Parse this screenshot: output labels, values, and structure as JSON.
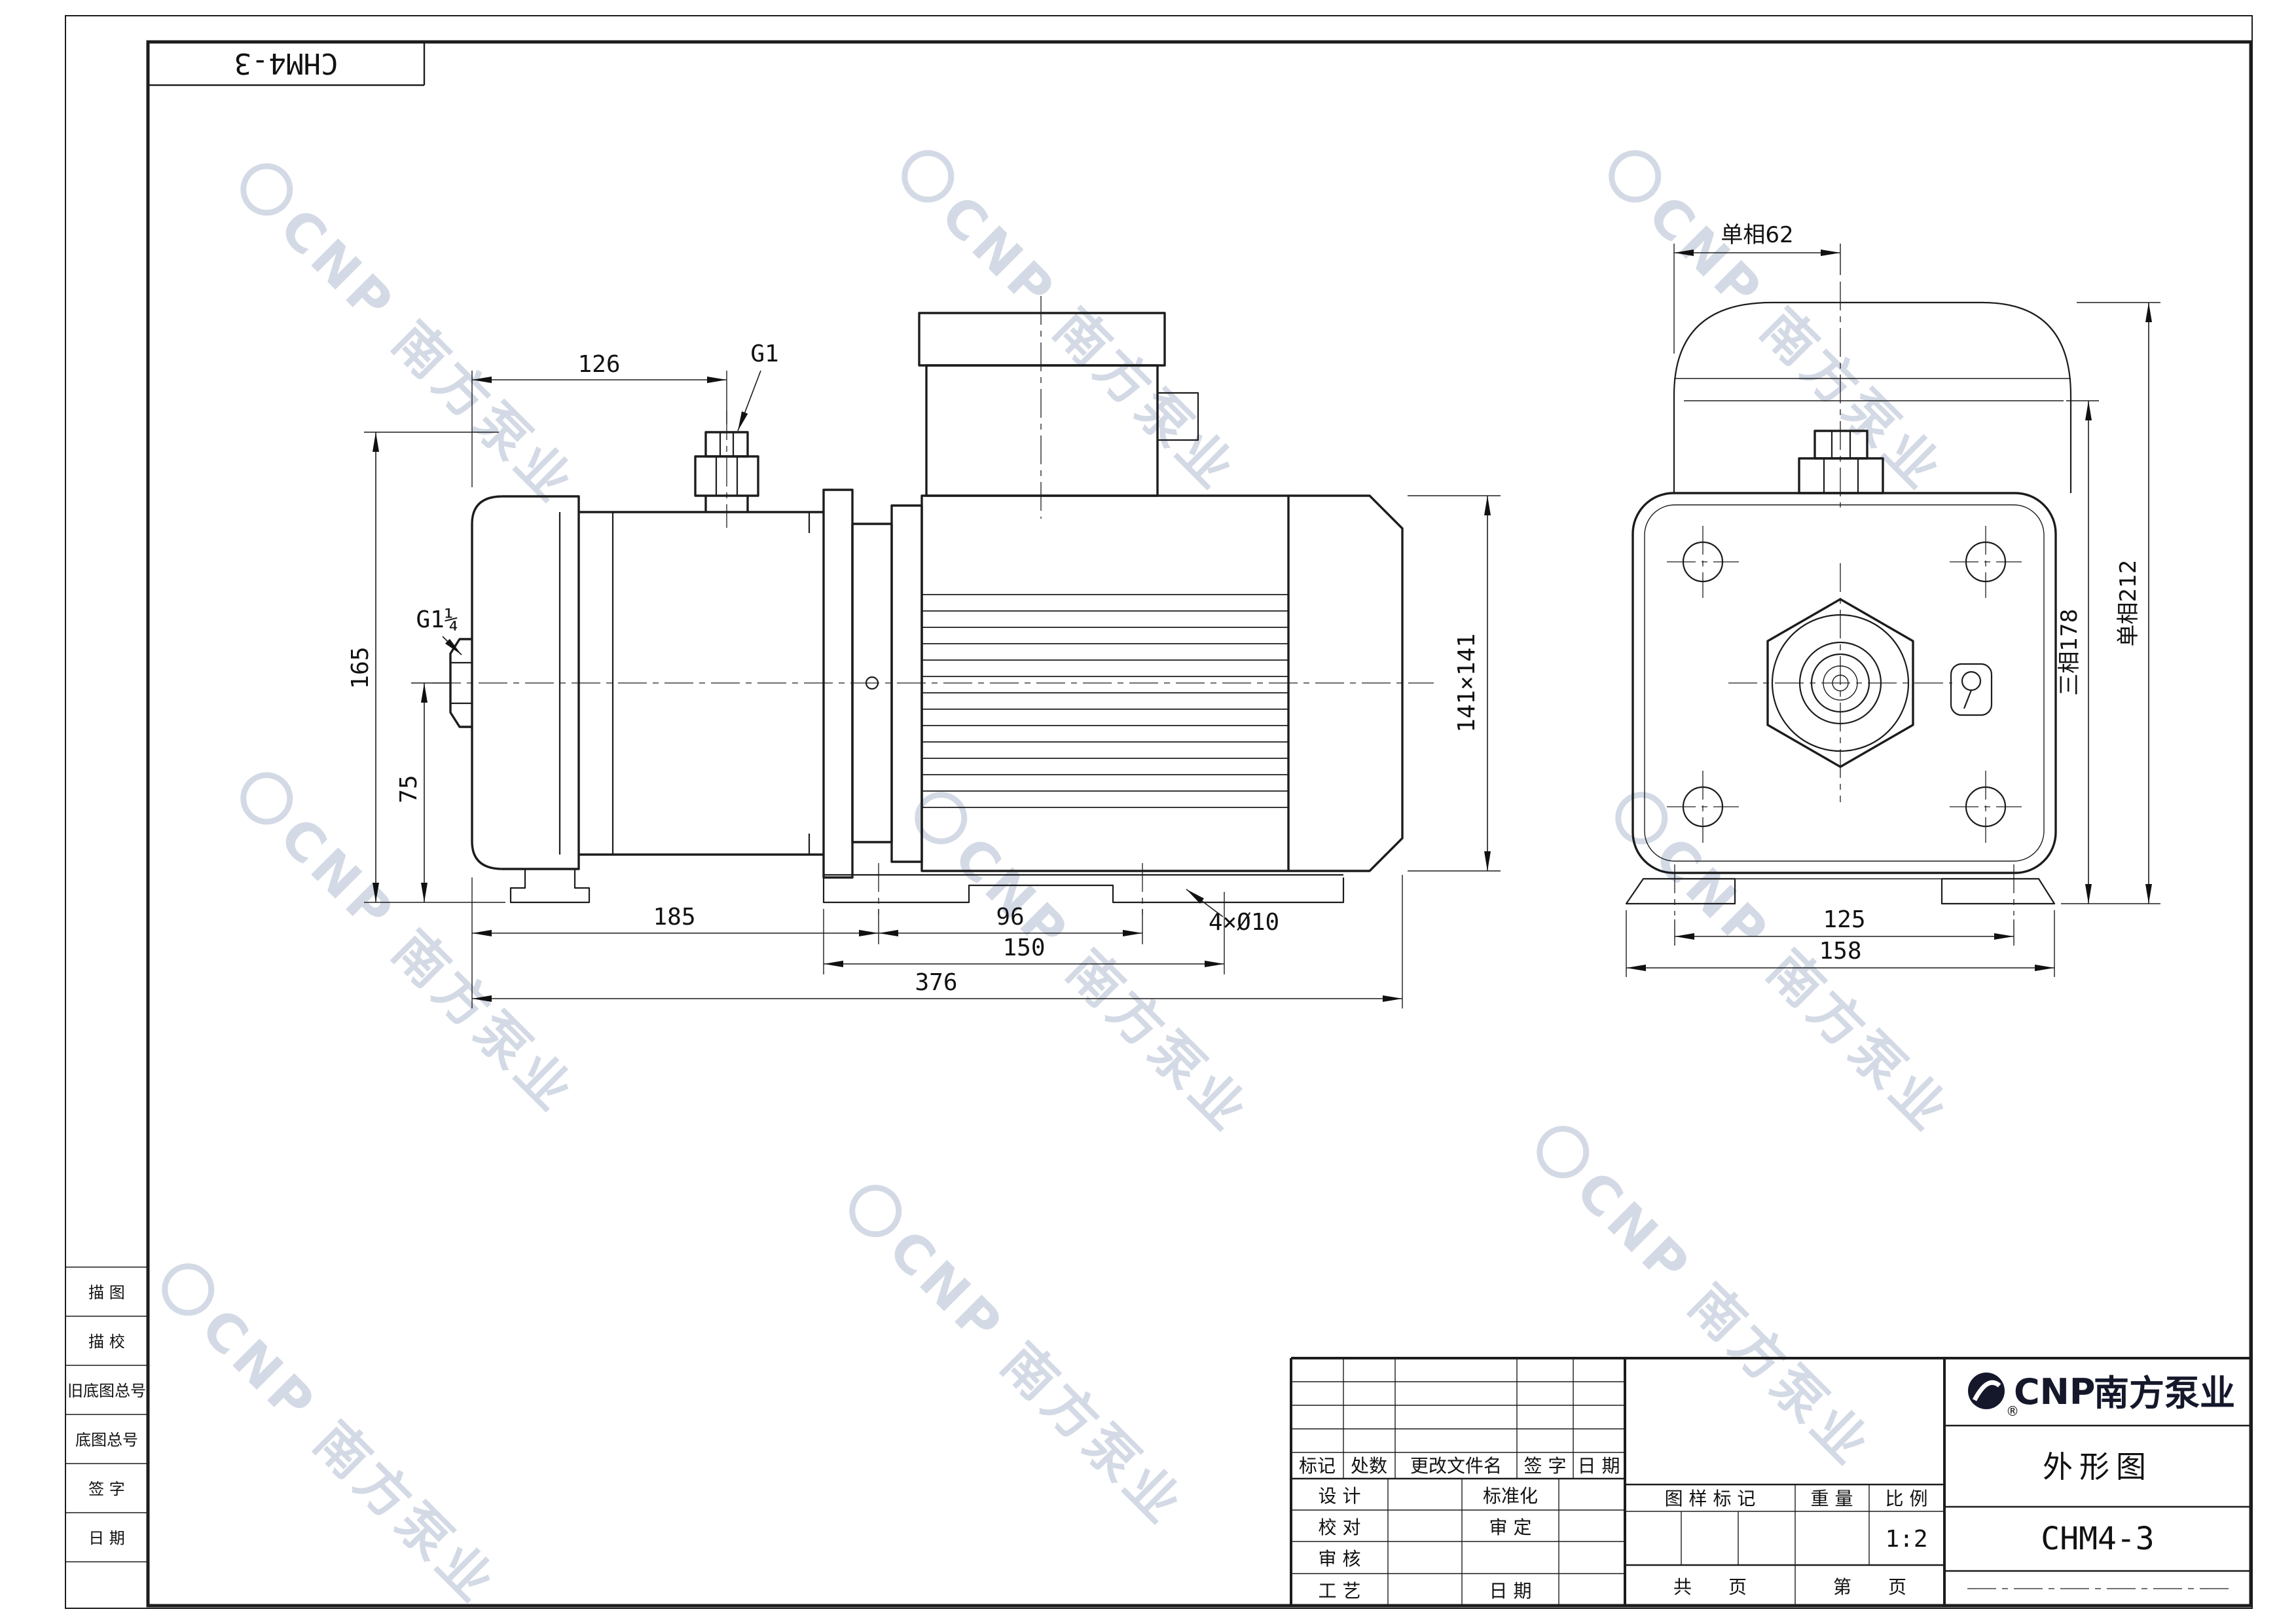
{
  "sheet": {
    "corner_model": "CHM4-3",
    "watermark_text": "CNP 南方泵业"
  },
  "left_column": {
    "rows": [
      "描 图",
      "描 校",
      "旧底图总号",
      "底图总号",
      "签 字",
      "日 期"
    ]
  },
  "side_view": {
    "dims": {
      "d126": "126",
      "port_top": "G1",
      "d165": "165",
      "port_inlet": "G1¼",
      "d75": "75",
      "d185": "185",
      "d96": "96",
      "d150": "150",
      "d376": "376",
      "holes": "4×Ø10",
      "d141": "141×141"
    }
  },
  "end_view": {
    "dims": {
      "top": "单相62",
      "right_outer": "单相212",
      "right_inner": "三相178",
      "d125": "125",
      "d158": "158"
    }
  },
  "title_block": {
    "rev": {
      "mark": "标记",
      "count": "处数",
      "file": "更改文件名",
      "sign": "签 字",
      "date": "日 期"
    },
    "sig": {
      "design": "设 计",
      "check": "校 对",
      "review": "审 核",
      "process": "工 艺",
      "std": "标准化",
      "approve": "审 定",
      "date": "日 期"
    },
    "mark_header": "图 样 标 记",
    "weight_header": "重 量",
    "scale_header": "比 例",
    "scale_value": "1:2",
    "pages_total": "共　　页",
    "pages_number": "第　　页",
    "logo_text": "CNP",
    "logo_reg": "®",
    "brand": "南方泵业",
    "doc_type": "外形图",
    "model": "CHM4-3"
  }
}
